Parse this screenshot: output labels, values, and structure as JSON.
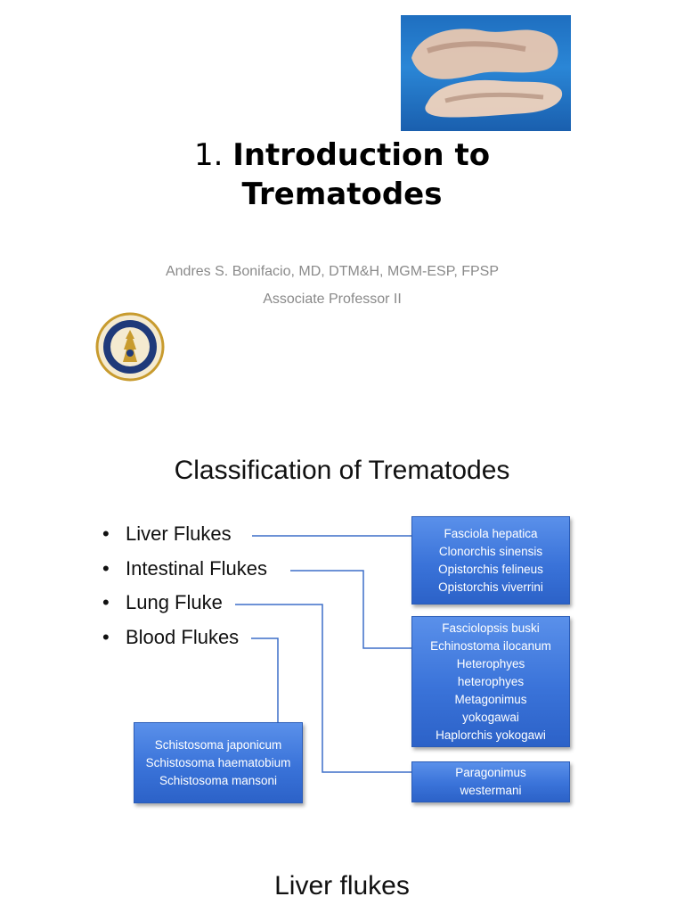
{
  "slide1": {
    "title_number": "1.",
    "title_line1": "Introduction to",
    "title_line2": "Trematodes",
    "author": "Andres S. Bonifacio, MD, DTM&H, MGM-ESP, FPSP",
    "position": "Associate Professor II"
  },
  "slide2": {
    "heading": "Classification of Trematodes",
    "bullets": [
      "Liver Flukes",
      "Intestinal Flukes",
      "Lung Fluke",
      "Blood Flukes"
    ],
    "liver_box": [
      "Fasciola hepatica",
      "Clonorchis sinensis",
      "Opistorchis felineus",
      "Opistorchis viverrini"
    ],
    "intestinal_box": [
      "Fasciolopsis buski",
      "Echinostoma ilocanum",
      "Heterophyes",
      "heterophyes",
      "Metagonimus",
      "yokogawai",
      "Haplorchis yokogawi"
    ],
    "lung_box": [
      "Paragonimus",
      "westermani"
    ],
    "blood_box": [
      "Schistosoma japonicum",
      "Schistosoma haematobium",
      "Schistosoma mansoni"
    ]
  },
  "slide3": {
    "heading": "Liver flukes"
  },
  "colors": {
    "box_blue": "#3a73d9",
    "connector": "#3d6fc8",
    "subtitle_gray": "#8a8a8a",
    "photo_blue": "#2a86d6",
    "seal_gold": "#c89b2e",
    "seal_navy": "#1f3a7a"
  }
}
